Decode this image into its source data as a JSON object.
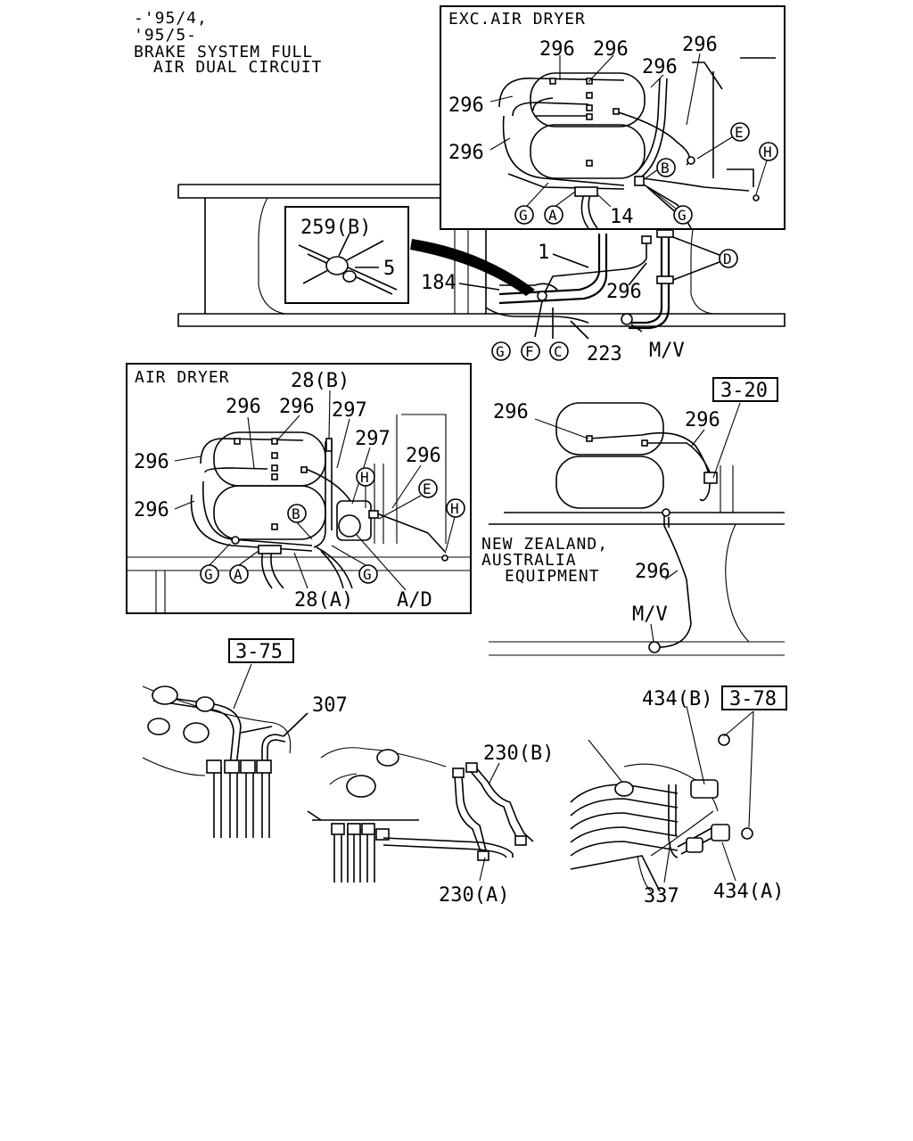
{
  "title": {
    "line1": "-'95/4,",
    "line2": "'95/5-",
    "line3": "BRAKE SYSTEM FULL",
    "line4": "AIR DUAL CIRCUIT"
  },
  "exc_air_dryer": {
    "header": "EXC.AIR DRYER",
    "labels": [
      "296",
      "296",
      "296",
      "296",
      "296",
      "296",
      "14"
    ],
    "callouts": [
      "E",
      "H",
      "B",
      "G",
      "A",
      "G"
    ]
  },
  "chassis": {
    "labels": [
      "259(B)",
      "5",
      "1",
      "184",
      "296",
      "223",
      "M/V"
    ],
    "callouts": [
      "D",
      "G",
      "F",
      "C"
    ]
  },
  "air_dryer": {
    "header": "AIR DRYER",
    "labels": [
      "28(B)",
      "296",
      "296",
      "297",
      "297",
      "296",
      "296",
      "296",
      "28(A)",
      "A/D"
    ],
    "callouts": [
      "H",
      "E",
      "H",
      "B",
      "G",
      "A",
      "G"
    ]
  },
  "nz_au": {
    "ref": "3-20",
    "labels": [
      "296",
      "296",
      "296",
      "M/V"
    ],
    "note_line1": "NEW ZEALAND,",
    "note_line2": "AUSTRALIA",
    "note_line3": "EQUIPMENT"
  },
  "lower_left": {
    "ref": "3-75",
    "label": "307"
  },
  "lower_middle": {
    "labels": [
      "230(B)",
      "230(A)"
    ]
  },
  "lower_right": {
    "ref": "3-78",
    "labels": [
      "434(B)",
      "337",
      "434(A)"
    ]
  }
}
